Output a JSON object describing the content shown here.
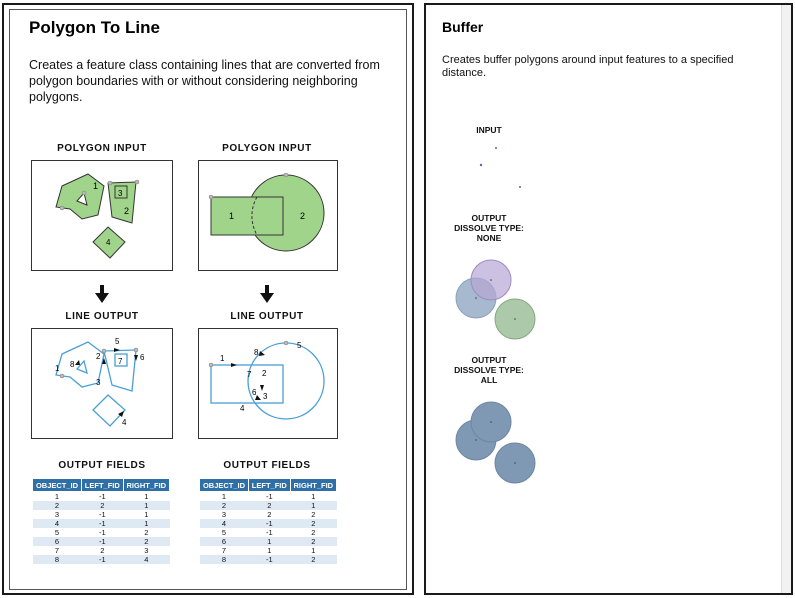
{
  "polygon_to_line": {
    "title": "Polygon To Line",
    "description": "Creates a feature class containing lines that are converted from polygon boundaries with or without considering neighboring polygons.",
    "captions": {
      "input_left": "POLYGON INPUT",
      "input_right": "POLYGON INPUT",
      "output_left": "LINE OUTPUT",
      "output_right": "LINE OUTPUT",
      "fields_left": "OUTPUT FIELDS",
      "fields_right": "OUTPUT FIELDS"
    },
    "input_left_labels": [
      "1",
      "3",
      "2",
      "4"
    ],
    "input_right_labels": [
      "1",
      "2"
    ],
    "output_left_labels": [
      "5",
      "6",
      "1",
      "8",
      "2",
      "7",
      "3",
      "4"
    ],
    "output_right_labels": [
      "1",
      "8",
      "5",
      "7",
      "2",
      "6",
      "3",
      "4"
    ],
    "table_headers": [
      "OBJECT_ID",
      "LEFT_FID",
      "RIGHT_FID"
    ],
    "table_left_rows": [
      [
        "1",
        "-1",
        "1"
      ],
      [
        "2",
        "2",
        "1"
      ],
      [
        "3",
        "-1",
        "1"
      ],
      [
        "4",
        "-1",
        "1"
      ],
      [
        "5",
        "-1",
        "2"
      ],
      [
        "6",
        "-1",
        "2"
      ],
      [
        "7",
        "2",
        "3"
      ],
      [
        "8",
        "-1",
        "4"
      ]
    ],
    "table_right_rows": [
      [
        "1",
        "-1",
        "1"
      ],
      [
        "2",
        "2",
        "1"
      ],
      [
        "3",
        "2",
        "2"
      ],
      [
        "4",
        "-1",
        "2"
      ],
      [
        "5",
        "-1",
        "2"
      ],
      [
        "6",
        "1",
        "2"
      ],
      [
        "7",
        "1",
        "1"
      ],
      [
        "8",
        "-1",
        "2"
      ]
    ],
    "colors": {
      "polygon_fill": "#9fd48a",
      "line": "#4a9fd6",
      "table_header": "#2f6fa7",
      "table_alt": "#dfe9f4"
    }
  },
  "buffer": {
    "title": "Buffer",
    "description": "Creates buffer polygons around input features to a specified distance.",
    "captions": {
      "input": "INPUT",
      "output_none_1": "OUTPUT",
      "output_none_2": "DISSOLVE TYPE:",
      "output_none_3": "NONE",
      "output_all_1": "OUTPUT",
      "output_all_2": "DISSOLVE TYPE:",
      "output_all_3": "ALL"
    },
    "colors": {
      "purple": "#b7a7d6",
      "blue": "#8aa1bd",
      "green": "#9dbf9a",
      "dissolved": "#7f98b4"
    }
  }
}
